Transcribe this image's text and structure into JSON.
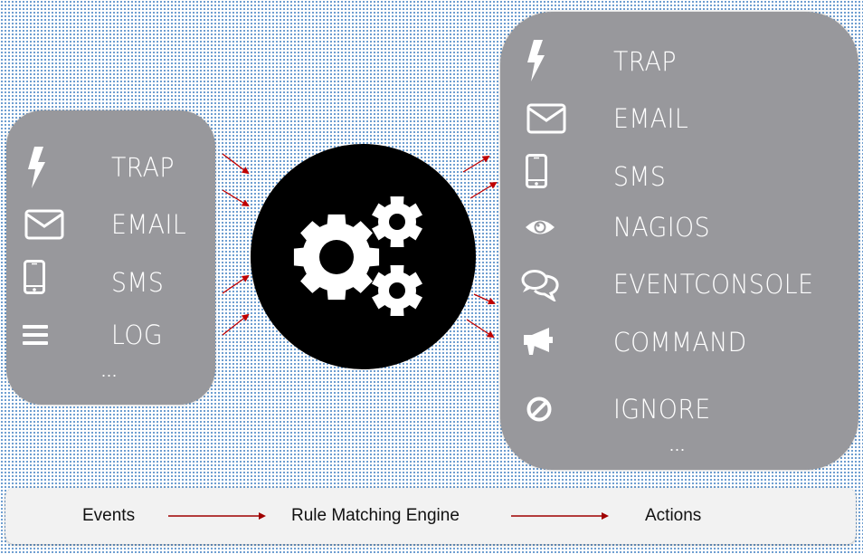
{
  "colors": {
    "panel": "#98989c",
    "engine": "#000000",
    "arrow": "#c00000",
    "text_on_panel": "#ffffff",
    "legend_bg": "#f2f2f2"
  },
  "events_panel": {
    "items": [
      {
        "label": "TRAP",
        "icon": "lightning-icon"
      },
      {
        "label": "EMAIL",
        "icon": "envelope-icon"
      },
      {
        "label": "SMS",
        "icon": "mobile-phone-icon"
      },
      {
        "label": "LOG",
        "icon": "list-lines-icon"
      }
    ],
    "more": "..."
  },
  "engine": {
    "icon": "gears-icon"
  },
  "actions_panel": {
    "items": [
      {
        "label": "TRAP",
        "icon": "lightning-icon"
      },
      {
        "label": "EMAIL",
        "icon": "envelope-icon"
      },
      {
        "label": "SMS",
        "icon": "mobile-phone-icon"
      },
      {
        "label": "NAGIOS",
        "icon": "eye-icon"
      },
      {
        "label": "EVENTCONSOLE",
        "icon": "chat-bubbles-icon"
      },
      {
        "label": "COMMAND",
        "icon": "megaphone-icon"
      },
      {
        "label": "IGNORE",
        "icon": "ban-icon"
      }
    ],
    "more": "..."
  },
  "legend": {
    "events": "Events",
    "engine": "Rule Matching Engine",
    "actions": "Actions"
  }
}
